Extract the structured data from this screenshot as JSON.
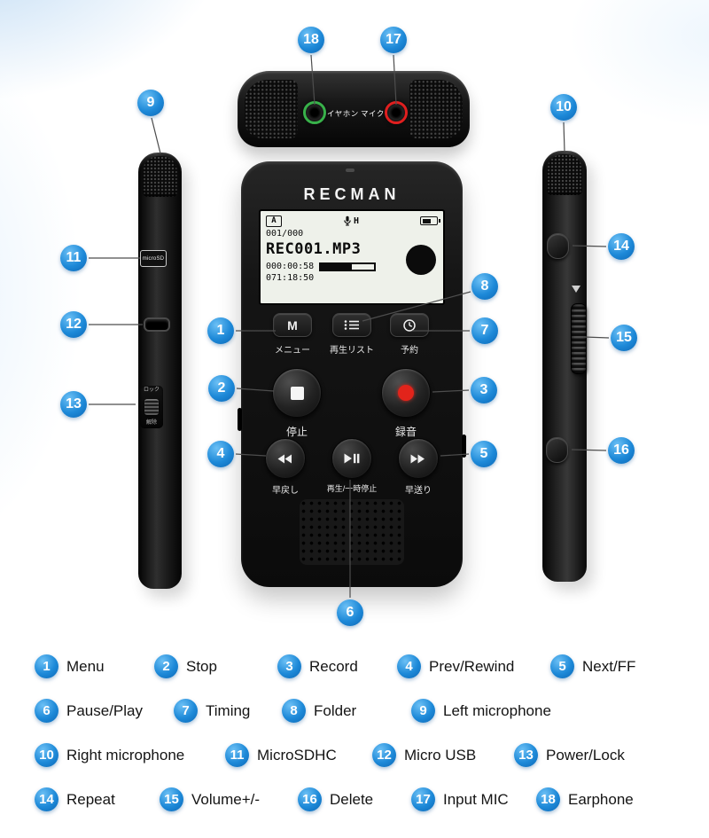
{
  "colors": {
    "callout_blue": "#1688d9",
    "record_red": "#e2241b",
    "jack_green": "#38b14a",
    "jack_red": "#e01f1f"
  },
  "device": {
    "brand": "RECMAN",
    "screen": {
      "folder_badge": "A",
      "mic_mode": "H",
      "track_counter": "001/000",
      "filename": "REC001.MP3",
      "elapsed_time": "000:00:58",
      "total_time": "071:18:50"
    },
    "front_controls": {
      "menu_key": "M",
      "menu_label": "メニュー",
      "playlist_label": "再生リスト",
      "timer_label": "予約",
      "stop_label": "停止",
      "record_label": "録音",
      "rewind_label": "早戻し",
      "play_pause_label": "再生/一時停止",
      "ff_label": "早送り"
    },
    "left_side": {
      "microsd_label": "microSD",
      "lock_label": "ロック",
      "unlock_label": "解除"
    },
    "top_panel": {
      "earphone_jack_label": "イヤホン",
      "mic_jack_label": "マイク"
    }
  },
  "legend": [
    {
      "num": "1",
      "label": "Menu"
    },
    {
      "num": "2",
      "label": "Stop"
    },
    {
      "num": "3",
      "label": "Record"
    },
    {
      "num": "4",
      "label": "Prev/Rewind"
    },
    {
      "num": "5",
      "label": "Next/FF"
    },
    {
      "num": "6",
      "label": "Pause/Play"
    },
    {
      "num": "7",
      "label": "Timing"
    },
    {
      "num": "8",
      "label": "Folder"
    },
    {
      "num": "9",
      "label": "Left microphone"
    },
    {
      "num": "10",
      "label": "Right microphone"
    },
    {
      "num": "11",
      "label": "MicroSDHC"
    },
    {
      "num": "12",
      "label": "Micro USB"
    },
    {
      "num": "13",
      "label": "Power/Lock"
    },
    {
      "num": "14",
      "label": "Repeat"
    },
    {
      "num": "15",
      "label": "Volume+/-"
    },
    {
      "num": "16",
      "label": "Delete"
    },
    {
      "num": "17",
      "label": "Input MIC"
    },
    {
      "num": "18",
      "label": "Earphone"
    }
  ]
}
